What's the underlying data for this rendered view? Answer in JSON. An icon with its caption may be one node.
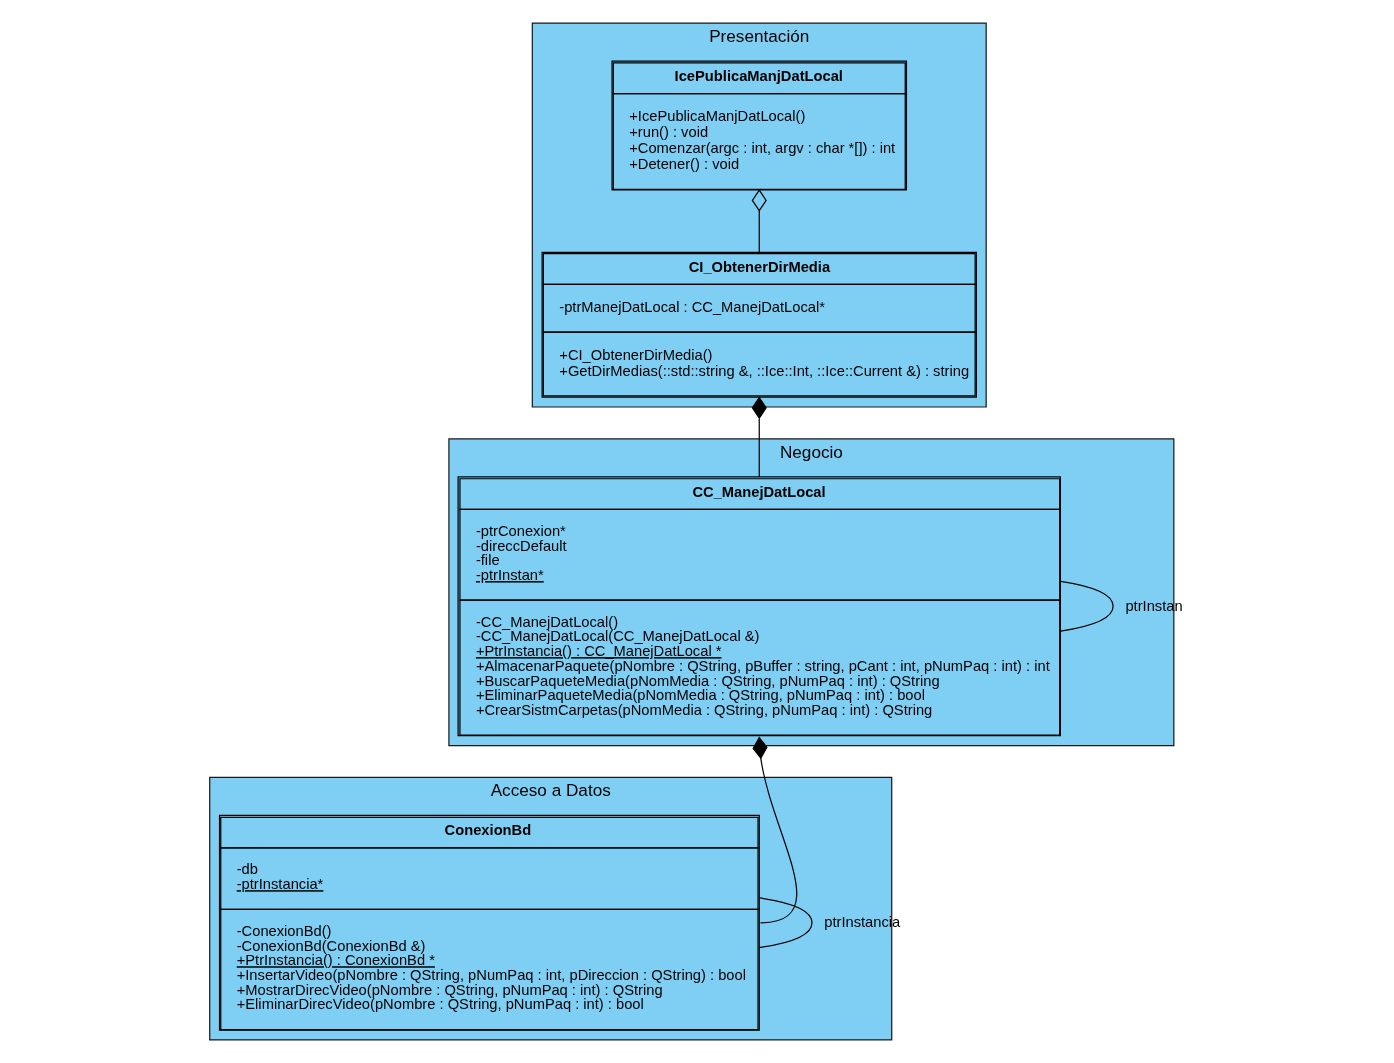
{
  "diagram": {
    "nodes": [
      {
        "text": [
          "Presentación"
        ]
      },
      {
        "text": [
          "IcePublicaManjDatLocal",
          "+IcePublicaManjDatLocal()",
          "+run() : void",
          "+Comenzar(argc : int, argv : char *[]) : int",
          "+Detener() : void"
        ],
        "in": 0
      },
      {
        "text": [
          "CI_ObtenerDirMedia",
          "-ptrManejDatLocal : CC_ManejDatLocal*",
          "+CI_ObtenerDirMedia()",
          "+GetDirMedias(::std::string &, ::Ice::Int, ::Ice::Current &) : string"
        ],
        "in": 0
      },
      {
        "text": [
          "Negocio"
        ]
      },
      {
        "text": [
          "CC_ManejDatLocal",
          "-ptrConexion*",
          "-direccDefault",
          "-file",
          "-ptrInstan*",
          "-CC_ManejDatLocal()",
          "-CC_ManejDatLocal(CC_ManejDatLocal &)",
          "+PtrInstancia() : CC_ManejDatLocal *",
          "+AlmacenarPaquete(pNombre : QString, pBuffer : string, pCant : int, pNumPaq : int) : int",
          "+BuscarPaqueteMedia(pNomMedia : QString, pNumPaq : int) : QString",
          "+EliminarPaqueteMedia(pNomMedia : QString, pNumPaq : int) : bool",
          "+CrearSistmCarpetas(pNomMedia : QString, pNumPaq : int) : QString"
        ],
        "in": 3
      },
      {
        "text": [
          "Acceso a Datos"
        ]
      },
      {
        "text": [
          "ConexionBd",
          "-db",
          "-ptrInstancia*",
          "-ConexionBd()",
          "-ConexionBd(ConexionBd &)",
          "+PtrInstancia() : ConexionBd *",
          "+InsertarVideo(pNombre : QString, pNumPaq : int, pDireccion : QString) : bool",
          "+MostrarDirecVideo(pNombre : QString, pNumPaq : int) : QString",
          "+EliminarDirecVideo(pNombre : QString, pNumPaq : int) : bool"
        ],
        "in": 5
      }
    ],
    "edges": [
      {
        "from": 1,
        "to": 2,
        "arrow": "other"
      },
      {
        "from": 2,
        "to": 4,
        "arrow": "other"
      },
      {
        "from": 4,
        "to": 4,
        "arrow": "none",
        "label": "ptrInstan"
      },
      {
        "from": 4,
        "to": 6,
        "arrow": "other"
      },
      {
        "from": 6,
        "to": 6,
        "arrow": "none",
        "label": "ptrInstancia"
      }
    ]
  }
}
